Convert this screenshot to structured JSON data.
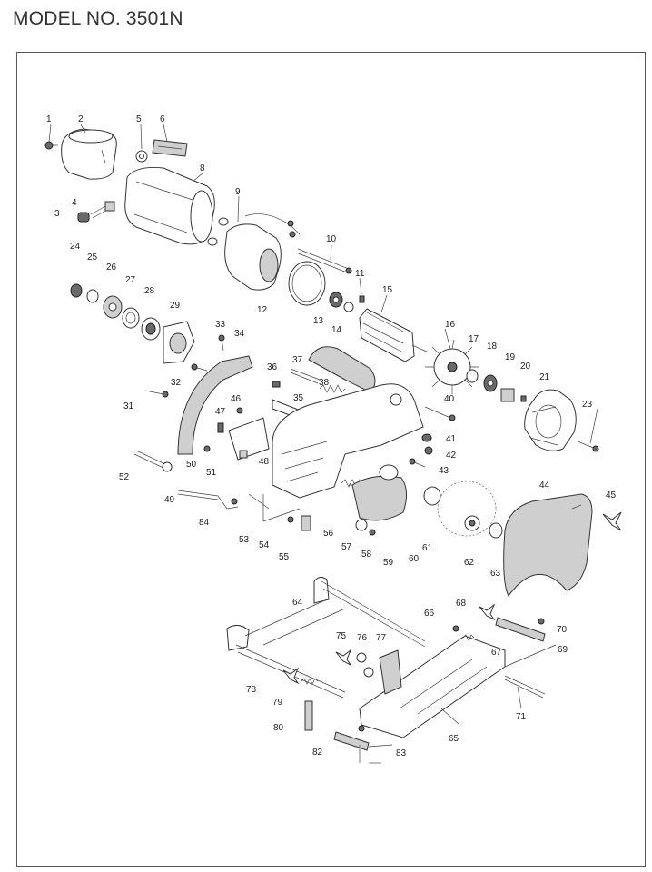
{
  "header": {
    "model": "MODEL NO. 3501N"
  },
  "labels": [
    "1",
    "2",
    "3",
    "4",
    "5",
    "6",
    "8",
    "9",
    "10",
    "11",
    "12",
    "13",
    "14",
    "15",
    "16",
    "17",
    "18",
    "19",
    "20",
    "21",
    "23",
    "24",
    "25",
    "26",
    "27",
    "28",
    "29",
    "31",
    "32",
    "33",
    "34",
    "35",
    "36",
    "37",
    "38",
    "40",
    "41",
    "42",
    "43",
    "44",
    "45",
    "46",
    "47",
    "48",
    "49",
    "50",
    "51",
    "52",
    "53",
    "54",
    "55",
    "56",
    "57",
    "58",
    "59",
    "60",
    "61",
    "62",
    "63",
    "64",
    "65",
    "66",
    "67",
    "68",
    "69",
    "70",
    "71",
    "75",
    "76",
    "77",
    "78",
    "79",
    "80",
    "82",
    "83",
    "84"
  ]
}
